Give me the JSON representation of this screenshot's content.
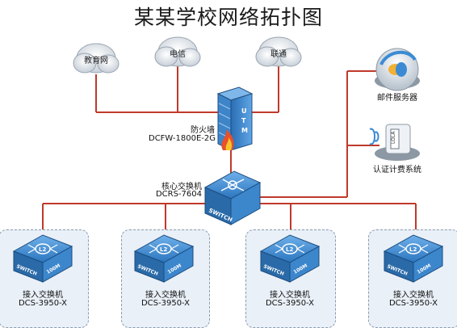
{
  "title": "某某学校网络拓扑图",
  "isps": [
    {
      "label": "教育网",
      "icon": "cloud-icon"
    },
    {
      "label": "电信",
      "icon": "cloud-icon"
    },
    {
      "label": "联通",
      "icon": "cloud-icon"
    }
  ],
  "firewall": {
    "name": "防火墙",
    "model": "DCFW-1800E-2G",
    "badge": "UTM",
    "icon": "firewall-icon"
  },
  "core_switch": {
    "name": "核心交换机",
    "model": "DCRS-7604",
    "badge": "SWITCH",
    "icon": "core-switch-icon"
  },
  "mail_server": {
    "label": "邮件服务器",
    "icon": "mail-server-icon"
  },
  "auth_system": {
    "label": "认证计费系统",
    "icon": "auth-server-icon"
  },
  "access_switches": [
    {
      "name": "接入交换机",
      "model": "DCS-3950-X",
      "badge_l2": "L2",
      "badge_switch": "SWITCH",
      "badge_speed": "100M"
    },
    {
      "name": "接入交换机",
      "model": "DCS-3950-X",
      "badge_l2": "L2",
      "badge_switch": "SWITCH",
      "badge_speed": "100M"
    },
    {
      "name": "接入交换机",
      "model": "DCS-3950-X",
      "badge_l2": "L2",
      "badge_switch": "SWITCH",
      "badge_speed": "100M"
    },
    {
      "name": "接入交换机",
      "model": "DCS-3950-X",
      "badge_l2": "L2",
      "badge_switch": "SWITCH",
      "badge_speed": "100M"
    }
  ],
  "colors": {
    "link": "#c0392b",
    "device_blue": "#2f7fc4",
    "panel_bg": "#e9f0f7"
  }
}
